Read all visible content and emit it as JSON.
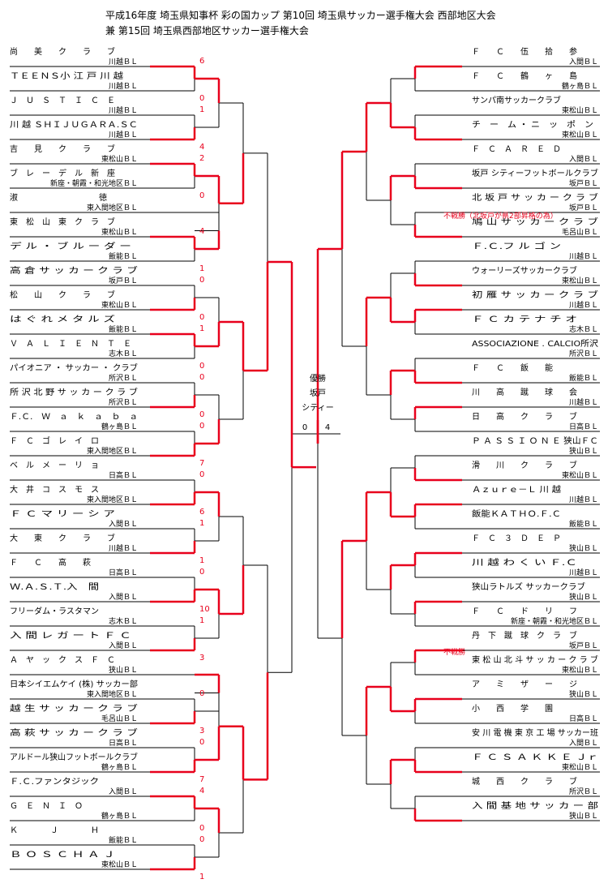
{
  "title": {
    "line1": "平成16年度 埼玉県知事杯 彩の国カップ 第10回 埼玉県サッカー選手権大会 西部地区大会",
    "line2": "兼 第15回 埼玉県西部地区サッカー選手権大会"
  },
  "champion": {
    "label": "優勝",
    "name_line1": "坂戸",
    "name_line2": "シティー"
  },
  "final": {
    "left_score": "0",
    "right_score": "4"
  },
  "left_teams": [
    {
      "name": "尚　　美　　ク　　ラ　　ブ",
      "region": "川越ＢＬ"
    },
    {
      "name": "ＴＥＥＮＳ小 江 戸 川 越",
      "region": "川越ＢＬ"
    },
    {
      "name": "Ｊ　Ｕ　Ｓ　Ｔ　Ｉ　Ｃ　Ｅ",
      "region": "川越ＢＬ"
    },
    {
      "name": "川 越 ＳＨＩＪＵＧＡＲＡ.ＳＣ",
      "region": "川越ＢＬ"
    },
    {
      "name": "吉　　見　　ク　　ラ　　ブ",
      "region": "東松山ＢＬ"
    },
    {
      "name": "ブ　レ　ー　デ　ル　新　座",
      "region": "新座・朝霞・和光地区ＢＬ"
    },
    {
      "name": "淑　　　　　　　　　　徳",
      "region": "東入間地区ＢＬ"
    },
    {
      "name": "東　松　山　東　ク　ラ　ブ",
      "region": "東松山ＢＬ"
    },
    {
      "name": "デ ル ・ ブ ル ー ダ ー",
      "region": "飯能ＢＬ"
    },
    {
      "name": "高 倉 サ ッ カ ー ク ラ ブ",
      "region": "坂戸ＢＬ"
    },
    {
      "name": "松　　山　　ク　　ラ　　ブ",
      "region": "東松山ＢＬ"
    },
    {
      "name": "は ぐ れ メ タ ル ズ",
      "region": "飯能ＢＬ"
    },
    {
      "name": "Ｖ　Ａ　Ｌ　Ｉ　Ｅ　Ｎ　Ｔ　Ｅ",
      "region": "志木ＢＬ"
    },
    {
      "name": "パイオニア ・ サッカー ・ クラブ",
      "region": "所沢ＢＬ"
    },
    {
      "name": "所 沢 北 野 サ ッ カ ー ク ラ ブ",
      "region": "所沢ＢＬ"
    },
    {
      "name": "Ｆ.Ｃ.　Ｗ　ａ　ｋ　ａ　ｂ　ａ",
      "region": "鶴ヶ島ＢＬ"
    },
    {
      "name": "Ｆ　Ｃ　ゴ　レ　イ　ロ",
      "region": "東入間地区ＢＬ"
    },
    {
      "name": "ベ　ル　メ　ー　リ　ョ",
      "region": "日高ＢＬ"
    },
    {
      "name": "大　井　コ　ス　モ　ス",
      "region": "東入間地区ＢＬ"
    },
    {
      "name": "Ｆ Ｃ マ リ ー シ ア",
      "region": "入間ＢＬ"
    },
    {
      "name": "大　　東　　ク　　ラ　　ブ",
      "region": "川越ＢＬ"
    },
    {
      "name": "Ｆ　　Ｃ　　高　　萩",
      "region": "日高ＢＬ"
    },
    {
      "name": "Ｗ.Ａ.Ｓ.Ｔ.入　間",
      "region": "入間ＢＬ"
    },
    {
      "name": "フリーダム・ラスタマン",
      "region": "志木ＢＬ"
    },
    {
      "name": "入 間 レ ガ ー ト Ｆ Ｃ",
      "region": "入間ＢＬ"
    },
    {
      "name": "Ａ　ヤ　ッ　ク　ス　Ｆ　Ｃ",
      "region": "狭山ＢＬ"
    },
    {
      "name": "日本シイエムケイ (株) サッカー部",
      "region": "東入間地区ＢＬ"
    },
    {
      "name": "越 生 サ ッ カ ー ク ラ ブ",
      "region": "毛呂山ＢＬ"
    },
    {
      "name": "高 萩 サ ッ カ ー ク ラ ブ",
      "region": "日高ＢＬ"
    },
    {
      "name": "アルドール狭山フットボールクラブ",
      "region": "鶴ヶ島ＢＬ"
    },
    {
      "name": "Ｆ.Ｃ.ファンタジック",
      "region": "入間ＢＬ"
    },
    {
      "name": "Ｇ　Ｅ　Ｎ　Ｉ　Ｏ",
      "region": "鶴ヶ島ＢＬ"
    },
    {
      "name": "Ｋ　　　　Ｊ　　　　Ｈ",
      "region": "飯能ＢＬ"
    },
    {
      "name": "Ｂ Ｏ Ｓ Ｃ Ｈ Ａ Ｊ",
      "region": "東松山ＢＬ"
    }
  ],
  "right_teams": [
    {
      "name": "Ｆ　　Ｃ　　伍　　拾　　参",
      "region": "入間ＢＬ"
    },
    {
      "name": "Ｆ　　Ｃ　　鶴　　ヶ　　島",
      "region": "鶴ヶ島ＢＬ"
    },
    {
      "name": "サンパ南サッカークラブ",
      "region": "東松山ＢＬ"
    },
    {
      "name": "チ　ー　ム ・ ニ　ッ　ポ　ン",
      "region": "東松山ＢＬ"
    },
    {
      "name": "Ｆ　Ｃ　Ａ　Ｒ　Ｅ　Ｄ",
      "region": "入間ＢＬ"
    },
    {
      "name": "坂戸 シティーフットボールクラブ",
      "region": "坂戸ＢＬ"
    },
    {
      "name": "北 坂 戸 サ ッ カ ー ク ラ ブ",
      "region": "坂戸ＢＬ"
    },
    {
      "name": "鳩 山 サ ッ カ ー ク ラ ブ",
      "region": "毛呂山ＢＬ"
    },
    {
      "name": "Ｆ.Ｃ.フ ル ゴ ン",
      "region": "川越ＢＬ"
    },
    {
      "name": "ウォーリーズサッカークラブ",
      "region": "東松山ＢＬ"
    },
    {
      "name": "初 雁 サ ッ カ ー ク ラ ブ",
      "region": "川越ＢＬ"
    },
    {
      "name": "Ｆ Ｃ カ テ ナ チ オ",
      "region": "志木ＢＬ"
    },
    {
      "name": "ASSOCIAZIONE . CALCIO所沢",
      "region": "所沢ＢＬ"
    },
    {
      "name": "Ｆ　　Ｃ　　飯　　能",
      "region": "飯能ＢＬ"
    },
    {
      "name": "川　　高　　蹴　　球　　会",
      "region": "川越ＢＬ"
    },
    {
      "name": "日　　高　　ク　　ラ　　ブ",
      "region": "日高ＢＬ"
    },
    {
      "name": "Ｐ Ａ Ｓ Ｓ Ｉ Ｏ Ｎ Ｅ 狭山ＦＣ",
      "region": "狭山ＢＬ"
    },
    {
      "name": "滑　　川　　ク　　ラ　　ブ",
      "region": "東松山ＢＬ"
    },
    {
      "name": "Ａｚｕｒｅ－Ｌ 川 越",
      "region": "川越ＢＬ"
    },
    {
      "name": "飯能ＫＡＴＨＯ.Ｆ.Ｃ",
      "region": "飯能ＢＬ"
    },
    {
      "name": "Ｆ　Ｃ　３　Ｄ　Ｅ　Ｐ",
      "region": "狭山ＢＬ"
    },
    {
      "name": "川 越 わ く い Ｆ.Ｃ",
      "region": "川越ＢＬ"
    },
    {
      "name": "狭山ラトルズ サッカークラブ",
      "region": "狭山ＢＬ"
    },
    {
      "name": "Ｆ　　Ｃ　　ド　　リ　　フ",
      "region": "新座・朝霞・和光地区ＢＬ"
    },
    {
      "name": "丹　下　蹴　球　ク　ラ　ブ",
      "region": "坂戸ＢＬ"
    },
    {
      "name": "東 松 山 北 斗 サ ッ カ ー ク ラ ブ",
      "region": "東松山ＢＬ"
    },
    {
      "name": "ア　　ミ　　ザ　　ー　　ジ",
      "region": "狭山ＢＬ"
    },
    {
      "name": "小　　西　　学　　園",
      "region": "日高ＢＬ"
    },
    {
      "name": "安 川 電 機 東 京 工 場 サッカー班",
      "region": "入間ＢＬ"
    },
    {
      "name": "Ｆ Ｃ Ｓ Ａ Ｋ Ｋ Ｅ Ｊｒ",
      "region": "東松山ＢＬ"
    },
    {
      "name": "城　　西　　ク　　ラ　　ブ",
      "region": "所沢ＢＬ"
    },
    {
      "name": "入 間 基 地 サ ッ カ ー 部",
      "region": "狭山ＢＬ"
    }
  ],
  "notes": {
    "kitasakado": "不戦勝（北坂戸が県2部昇格の為）",
    "fusenshou": "不戦勝"
  },
  "colors": {
    "winner_line": "#e8001c",
    "line": "#000000",
    "text": "#000000",
    "note_text": "#e8001c"
  }
}
